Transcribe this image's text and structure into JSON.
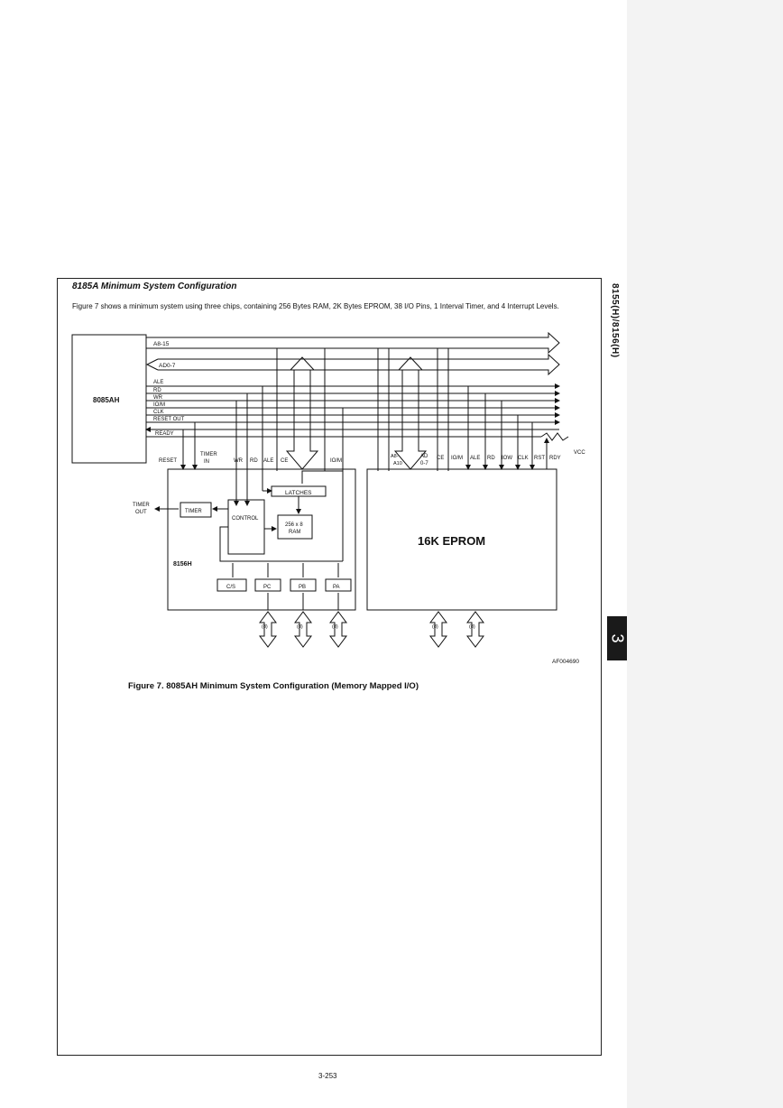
{
  "side_header": "8155(H)/8156(H)",
  "tab_number": "3",
  "section": {
    "title": "8185A Minimum System Configuration",
    "body": "Figure 7 shows a minimum system using three chips, containing 256 Bytes RAM, 2K Bytes EPROM, 38 I/O Pins, 1 Interval Timer, and 4 Interrupt Levels."
  },
  "diagram": {
    "cpu_label": "8085AH",
    "bus_labels": {
      "a815": "A8-15",
      "ad07": "AD0-7",
      "ale": "ALE",
      "rd": "RD",
      "wr": "WR",
      "iom": "IO/M",
      "clk": "CLK",
      "reset_out": "RESET OUT",
      "ready": "READY"
    },
    "chip8156": {
      "name": "8156H",
      "pin_reset": "RESET",
      "pin_timer_in_1": "TIMER",
      "pin_timer_in_2": "IN",
      "pin_wr": "WR",
      "pin_rd": "RD",
      "pin_ale": "ALE",
      "pin_ce": "CE",
      "pin_iom": "IO/M",
      "latches": "LATCHES",
      "timer": "TIMER",
      "control": "CONTROL",
      "ram_1": "256 x 8",
      "ram_2": "RAM",
      "port_cs": "C/S",
      "port_pc": "PC",
      "port_pb": "PB",
      "port_pa": "PA",
      "timer_out_1": "TIMER",
      "timer_out_2": "OUT"
    },
    "eprom": {
      "name": "16K EPROM",
      "pin_a810_1": "A8-",
      "pin_a810_2": "A10",
      "pin_ad_1": "AD",
      "pin_ad_2": "0-7",
      "pin_ce": "CE",
      "pin_iom": "IO/M",
      "pin_ale": "ALE",
      "pin_rd": "RD",
      "pin_iow": "IOW",
      "pin_clk": "CLK",
      "pin_rst": "RST",
      "pin_rdy": "RDY",
      "vcc": "VCC"
    },
    "port_width_label": "(8)",
    "figure_id": "AF004690"
  },
  "caption": "Figure 7. 8085AH Minimum System Configuration (Memory Mapped I/O)",
  "page_number": "3-253"
}
